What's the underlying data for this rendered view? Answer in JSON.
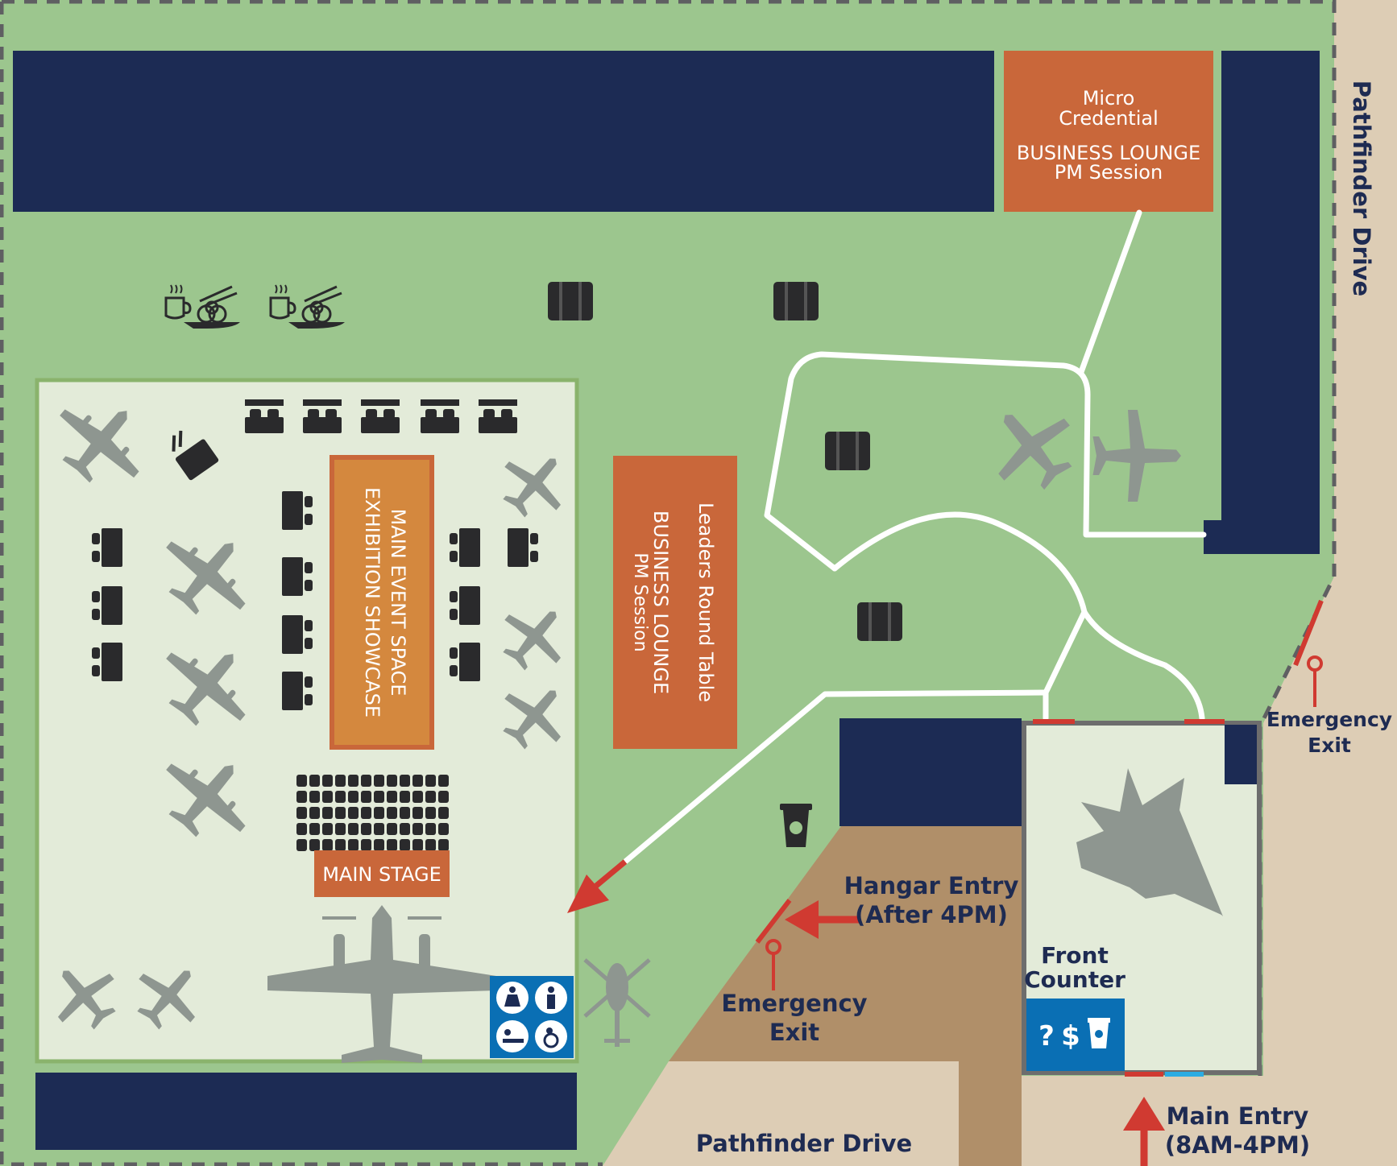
{
  "streets": {
    "right": "Pathfinder Drive",
    "bottom": "Pathfinder Drive"
  },
  "rooms": {
    "micro_credential": {
      "line1": "Micro",
      "line2": "Credential",
      "line3": "BUSINESS LOUNGE",
      "line4": "PM Session"
    },
    "leaders": {
      "line1": "Leaders Round Table",
      "line2": "BUSINESS LOUNGE",
      "line3": "PM Session"
    },
    "main_event": {
      "line1": "MAIN EVENT SPACE",
      "line2": "EXHIBITION SHOWCASE"
    },
    "main_stage": "MAIN STAGE"
  },
  "entries": {
    "hangar_line1": "Hangar Entry",
    "hangar_line2": "(After 4PM)",
    "main_line1": "Main Entry",
    "main_line2": "(8AM-4PM)"
  },
  "exits": {
    "left_line1": "Emergency",
    "left_line2": "Exit",
    "right_line1": "Emergency",
    "right_line2": "Exit"
  },
  "front_counter": {
    "line1": "Front",
    "line2": "Counter",
    "icons": [
      "?",
      "$"
    ]
  },
  "colors": {
    "grass": "#9cc68e",
    "navy": "#1c2b54",
    "orange": "#c9673a",
    "exhibit_orange": "#d4883e",
    "hangar_floor": "#e3ebd9",
    "road": "#ddcdb5",
    "tarmac": "#b08f69",
    "exit_red": "#d03a31",
    "info_blue": "#0a6fb4",
    "aircraft_gray": "#8e9690"
  }
}
